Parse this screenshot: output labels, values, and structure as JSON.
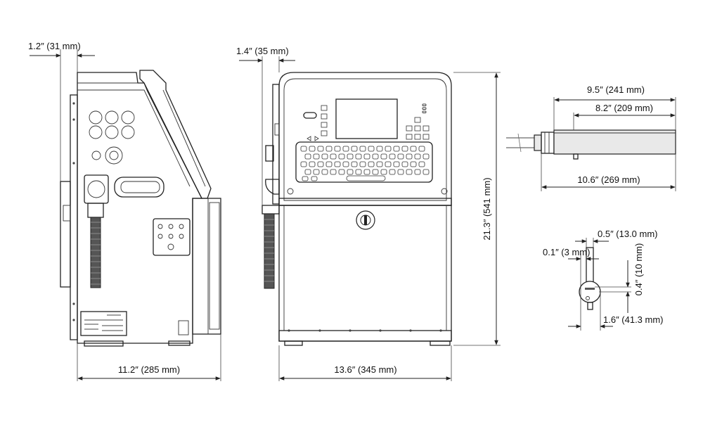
{
  "dimensions": {
    "side_top_offset": "1.2″ (31 mm)",
    "front_side_offset": "1.4″ (35 mm)",
    "side_depth": "11.2″ (285 mm)",
    "front_width": "13.6″ (345 mm)",
    "overall_height": "21.3″ (541 mm)",
    "printhead_length": "9.5″ (241 mm)",
    "printhead_body_length": "8.2″ (209 mm)",
    "printhead_total_length": "10.6″ (269 mm)",
    "head_diameter": "0.5″ (13.0 mm)",
    "nozzle_offset": "0.1″ (3 mm)",
    "nozzle_height": "0.4″ (10 mm)",
    "head_end_length": "1.6″ (41.3 mm)"
  },
  "icons": [
    "ink-cabinet-lock-icon",
    "service-lock-icon"
  ],
  "colors": {
    "line": "#222222",
    "fill": "#e9e9e9",
    "background": "#ffffff"
  }
}
